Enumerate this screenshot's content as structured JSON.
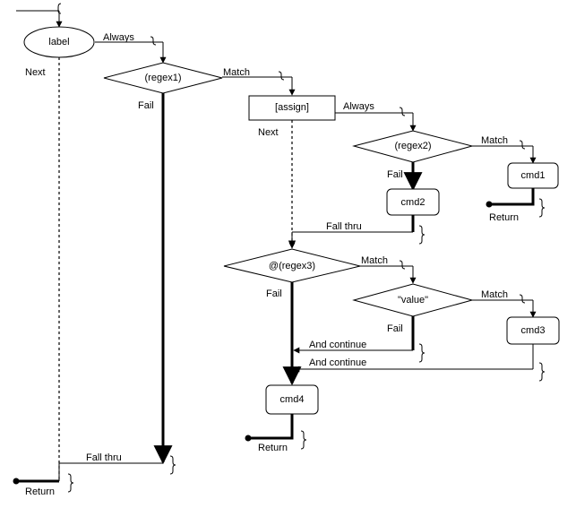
{
  "nodes": {
    "label": "label",
    "regex1": "(regex1)",
    "assign": "[assign]",
    "regex2": "(regex2)",
    "cmd1": "cmd1",
    "cmd2": "cmd2",
    "regex3": "@(regex3)",
    "value": "\"value\"",
    "cmd3": "cmd3",
    "cmd4": "cmd4"
  },
  "edges": {
    "always": "Always",
    "match": "Match",
    "fail": "Fail",
    "next": "Next",
    "fall_thru": "Fall thru",
    "return": "Return",
    "and_continue": "And continue"
  }
}
